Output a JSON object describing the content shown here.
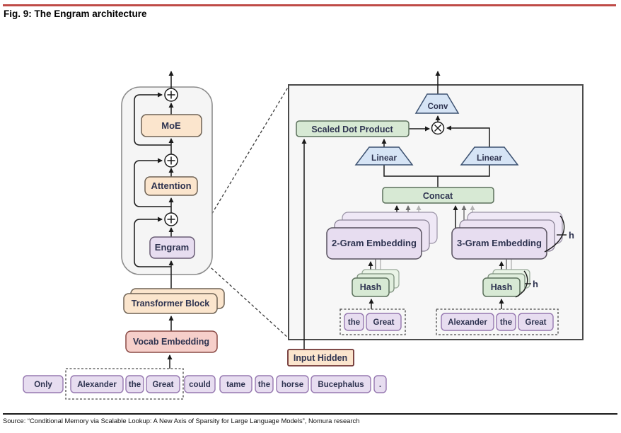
{
  "header": {
    "title": "Fig. 9: The Engram architecture"
  },
  "left_stack": {
    "moe": "MoE",
    "attention": "Attention",
    "engram": "Engram",
    "transformer_block": "Transformer Block",
    "vocab_embedding": "Vocab Embedding"
  },
  "sentence": {
    "tokens": [
      "Only",
      "Alexander",
      "the",
      "Great",
      "could",
      "tame",
      "the",
      "horse",
      "Bucephalus",
      "."
    ]
  },
  "panel": {
    "conv": "Conv",
    "scaled_dot_product": "Scaled Dot Product",
    "linear_left": "Linear",
    "linear_right": "Linear",
    "concat": "Concat",
    "two_gram_embedding": "2-Gram Embedding",
    "three_gram_embedding": "3-Gram Embedding",
    "hash_left": "Hash",
    "hash_right": "Hash",
    "heads_label_embedding": "h",
    "heads_label_hash": "h",
    "input_hidden": "Input Hidden",
    "two_gram_tokens": [
      "the",
      "Great"
    ],
    "three_gram_tokens": [
      "Alexander",
      "the",
      "Great"
    ]
  },
  "footer": {
    "source": "Source: “Conditional Memory via Scalable Lookup: A New Axis of Sparsity for Large Language Models”, Nomura research"
  },
  "colors": {
    "rule_red": "#bf4b47",
    "peach_fill": "#fbe5cd",
    "pink_fill": "#f6cfca",
    "lavender_fill": "#e7ddf0",
    "green_fill": "#d7e9d4",
    "blue_fill": "#d6e4f5",
    "panel_fill": "#f7f7f7",
    "text_navy": "#2e3350"
  }
}
